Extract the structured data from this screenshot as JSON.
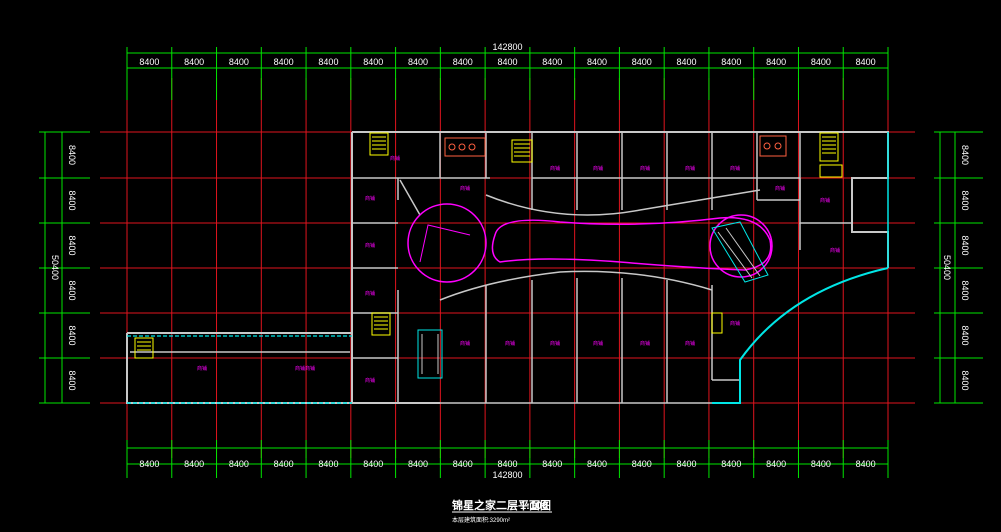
{
  "drawing": {
    "total_width_label": "142800",
    "total_depth_label": "50400",
    "bay_label": "8400",
    "column_count": 17,
    "row_count": 6,
    "title": "锦星之家二层平面图",
    "scale": "1:100",
    "subtitle": "本层建筑面积:3290m²",
    "colors": {
      "grid": "#e0141e",
      "dimension": "#00e600",
      "wall": "#c8c8c8",
      "facade": "#00e6e6",
      "atrium": "#ff00ff",
      "stair": "#ffff00",
      "text": "#ffffff"
    }
  }
}
